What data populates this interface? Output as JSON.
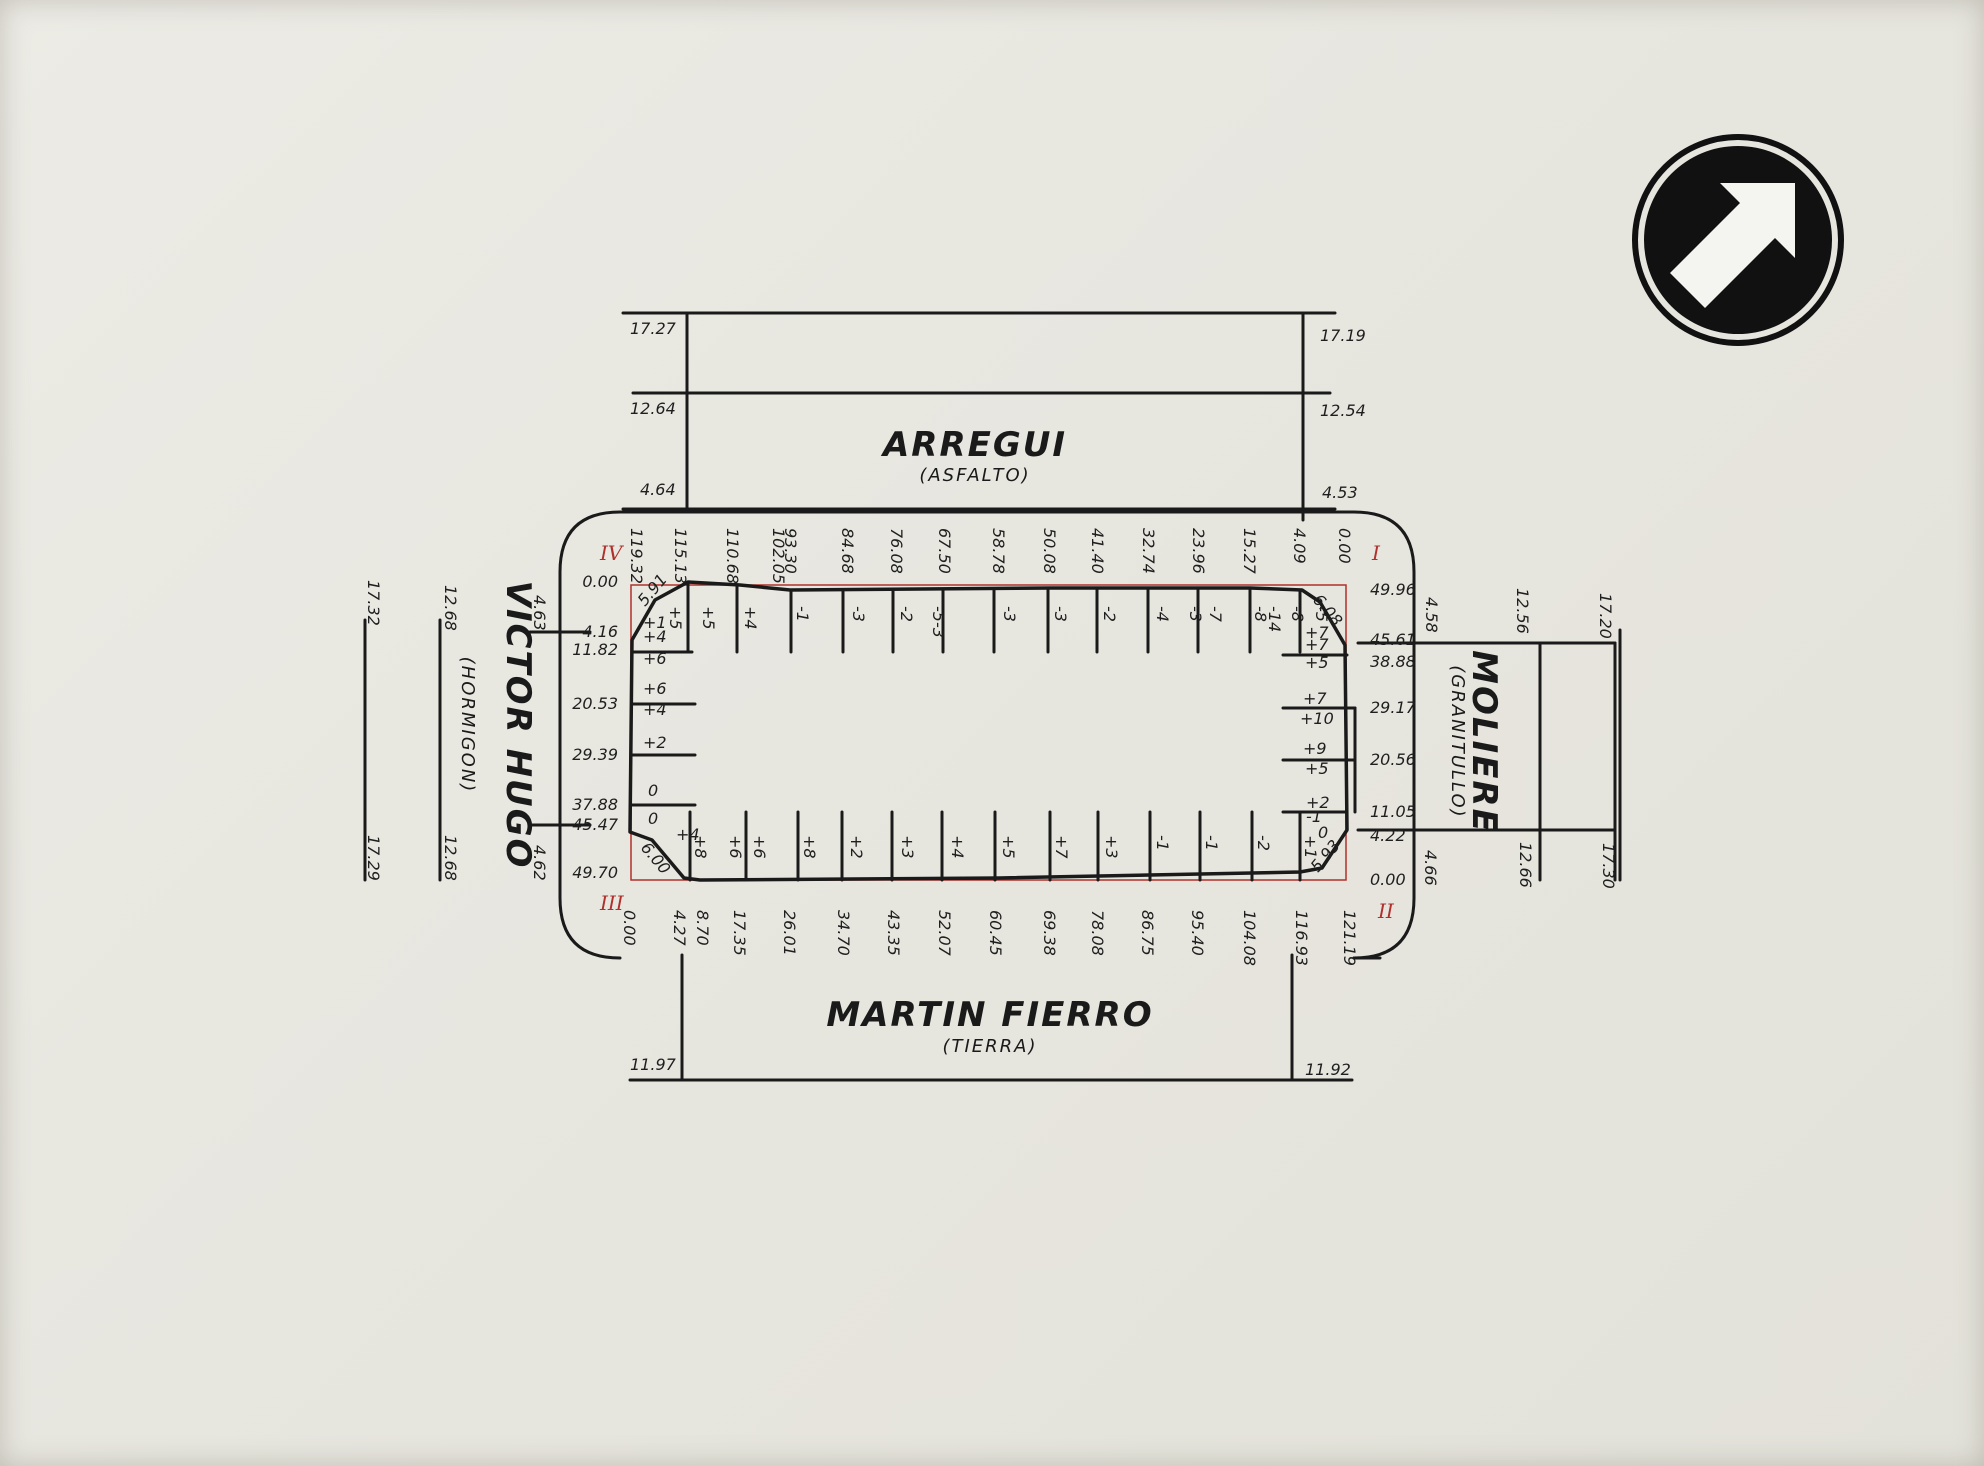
{
  "streets": {
    "north": {
      "name": "ARREGUI",
      "surface": "(ASFALTO)"
    },
    "south": {
      "name": "MARTIN FIERRO",
      "surface": "(TIERRA)"
    },
    "west": {
      "name": "VICTOR HUGO",
      "surface": "(HORMIGON)"
    },
    "east": {
      "name": "MOLIERE",
      "surface": "(GRANITULLO)"
    }
  },
  "north_widths": {
    "left": [
      "17.27",
      "12.64",
      "4.64"
    ],
    "right": [
      "17.19",
      "12.54",
      "4.53"
    ]
  },
  "south_widths": {
    "left": "11.97",
    "right": "11.92"
  },
  "west_widths": {
    "outer": "17.32",
    "mid": "12.68",
    "inner": "4.63",
    "outer_b": "17.29",
    "mid_b": "12.68",
    "inner_b": "4.62"
  },
  "east_widths": {
    "inner": "4.58",
    "mid": "12.56",
    "outer": "17.20",
    "inner_b": "4.66",
    "mid_b": "12.66",
    "outer_b": "17.30"
  },
  "corners": {
    "i": "I",
    "ii": "II",
    "iii": "III",
    "iv": "IV"
  },
  "top_chainage": [
    "119.32",
    "115.13",
    "110.68",
    "102.05",
    "93.30",
    "84.68",
    "76.08",
    "67.50",
    "58.78",
    "50.08",
    "41.40",
    "32.74",
    "23.96",
    "15.27",
    "4.09",
    "0.00"
  ],
  "bottom_chainage": [
    "0.00",
    "4.27",
    "8.70",
    "17.35",
    "26.01",
    "34.70",
    "43.35",
    "52.07",
    "60.45",
    "69.38",
    "78.08",
    "86.75",
    "95.40",
    "104.08",
    "116.93",
    "121.19"
  ],
  "left_chainage": [
    "0.00",
    "4.16",
    "11.82",
    "20.53",
    "29.39",
    "37.88",
    "45.47",
    "49.70"
  ],
  "right_chainage": [
    "49.96",
    "45.61",
    "38.88",
    "29.17",
    "20.56",
    "11.05",
    "4.22",
    "0.00"
  ],
  "top_offsets": [
    "+5",
    "+5",
    "+4",
    "-1",
    "-3",
    "-2",
    "-5",
    "-3",
    "-3",
    "-2",
    "-4",
    "-3",
    "-7",
    "-8",
    "-14",
    "-8",
    "-5"
  ],
  "top_offsets_b": [
    "",
    "",
    "",
    "",
    "",
    "",
    "-3",
    "",
    "",
    "",
    "",
    "",
    "",
    "",
    "",
    "",
    ""
  ],
  "bottom_offsets": [
    "+8",
    "+6",
    "+6",
    "+8",
    "+2",
    "+3",
    "+4",
    "+5",
    "+7",
    "+3",
    "-1",
    "-1",
    "-2",
    "+1"
  ],
  "left_offsets": [
    "+1",
    "+4",
    "+6",
    "+6",
    "+4",
    "+2",
    "0",
    "0",
    "+4"
  ],
  "right_offsets": [
    "+7",
    "+7",
    "+5",
    "+7",
    "+10",
    "+9",
    "+5",
    "+2",
    "-1",
    "0"
  ],
  "chamfers": {
    "nw": "5.91",
    "ne": "6.08",
    "sw": "6.00",
    "se": "5.93"
  }
}
